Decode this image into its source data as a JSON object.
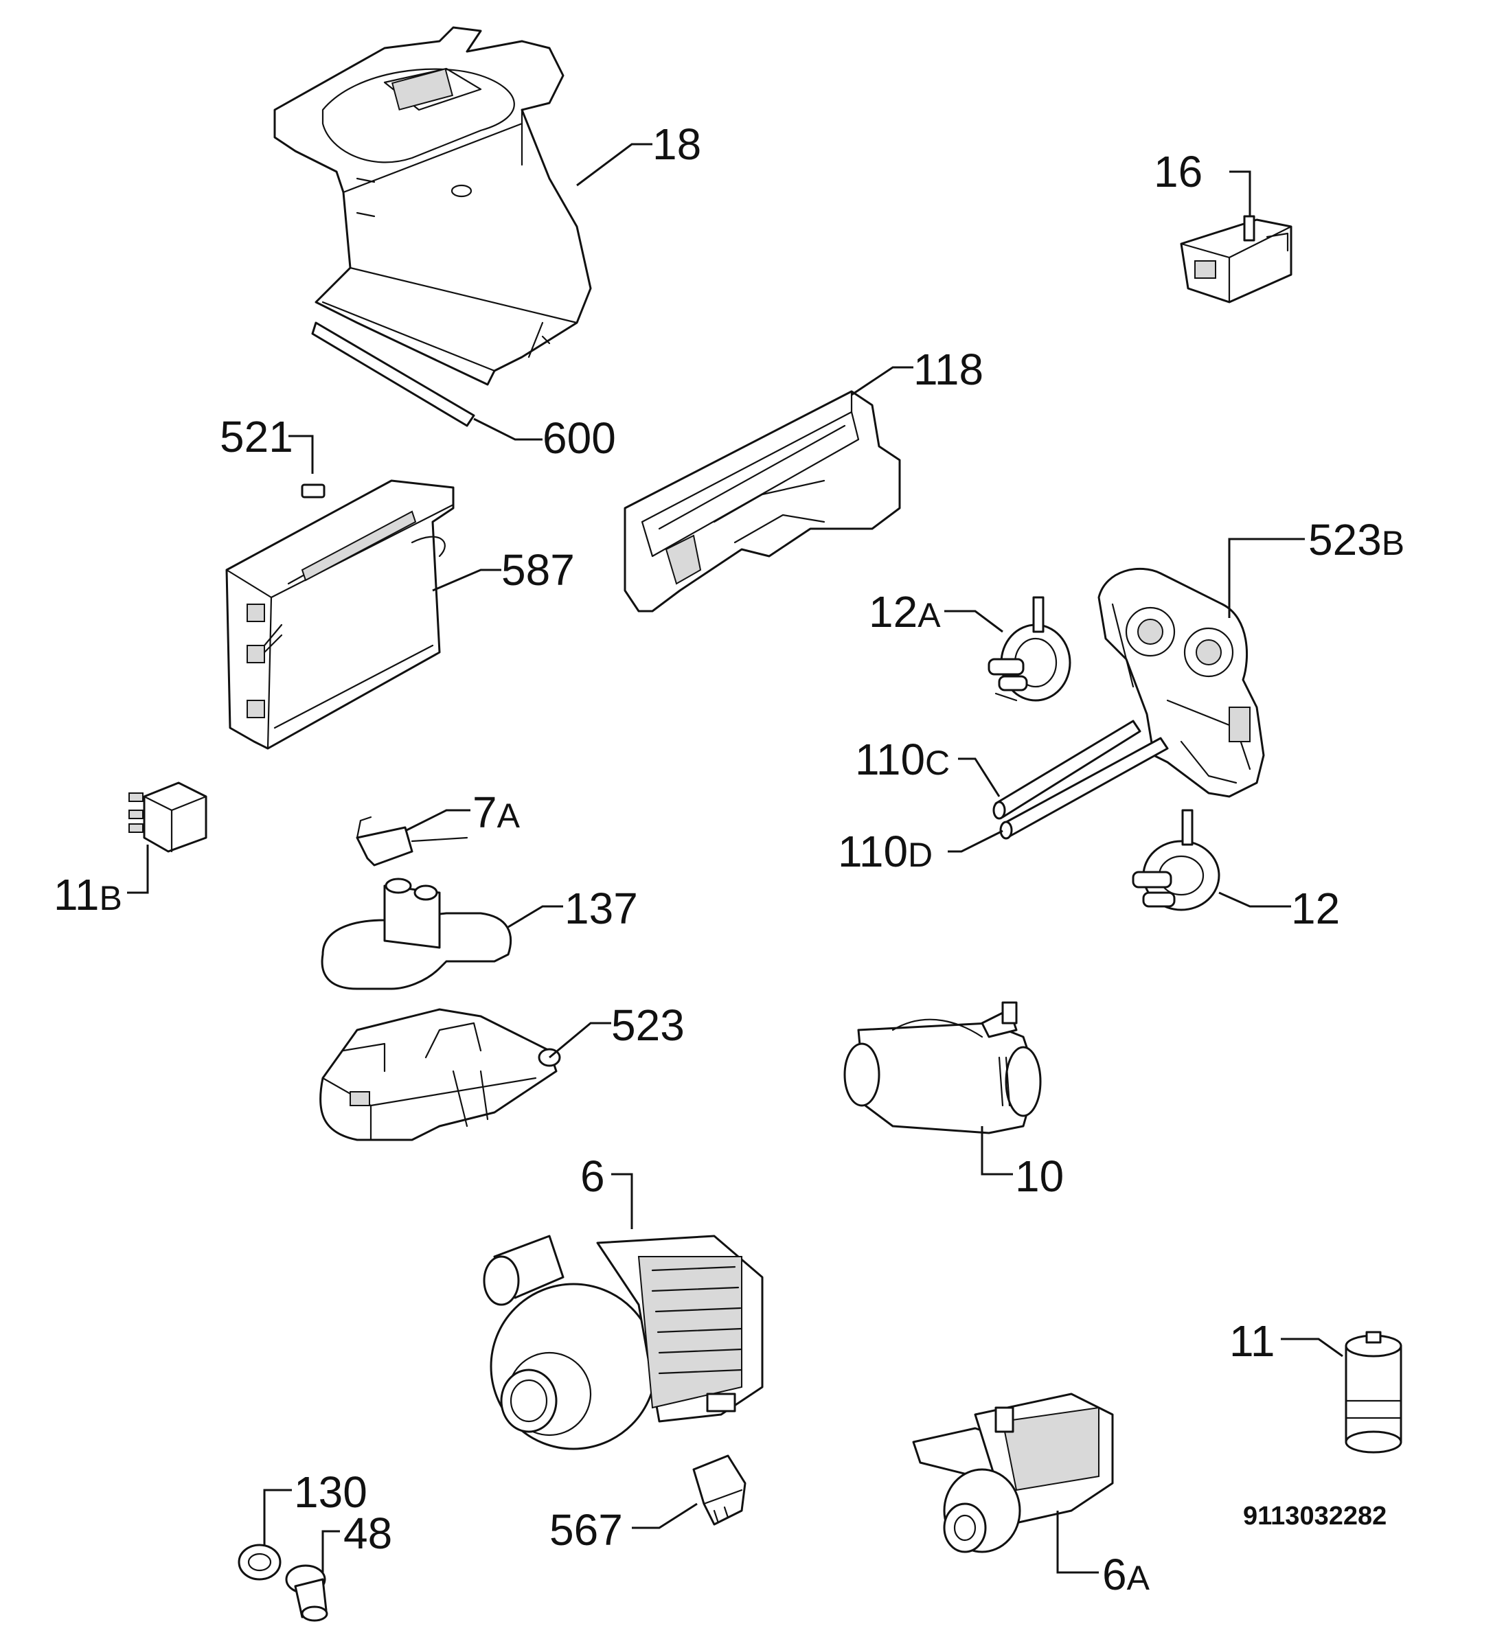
{
  "labels": {
    "p18": "18",
    "p16": "16",
    "p118": "118",
    "p600": "600",
    "p521": "521",
    "p587": "587",
    "p523b": "523",
    "p523b_suffix": "B",
    "p12a": "12",
    "p12a_suffix": "A",
    "p110c": "110",
    "p110c_suffix": "C",
    "p110d": "110",
    "p110d_suffix": "D",
    "p11b": "11",
    "p11b_suffix": "B",
    "p7a": "7",
    "p7a_suffix": "A",
    "p137": "137",
    "p12": "12",
    "p523": "523",
    "p10": "10",
    "p6": "6",
    "p11": "11",
    "p130": "130",
    "p48": "48",
    "p567": "567",
    "p6a": "6",
    "p6a_suffix": "A"
  },
  "document_code": "9113032282"
}
